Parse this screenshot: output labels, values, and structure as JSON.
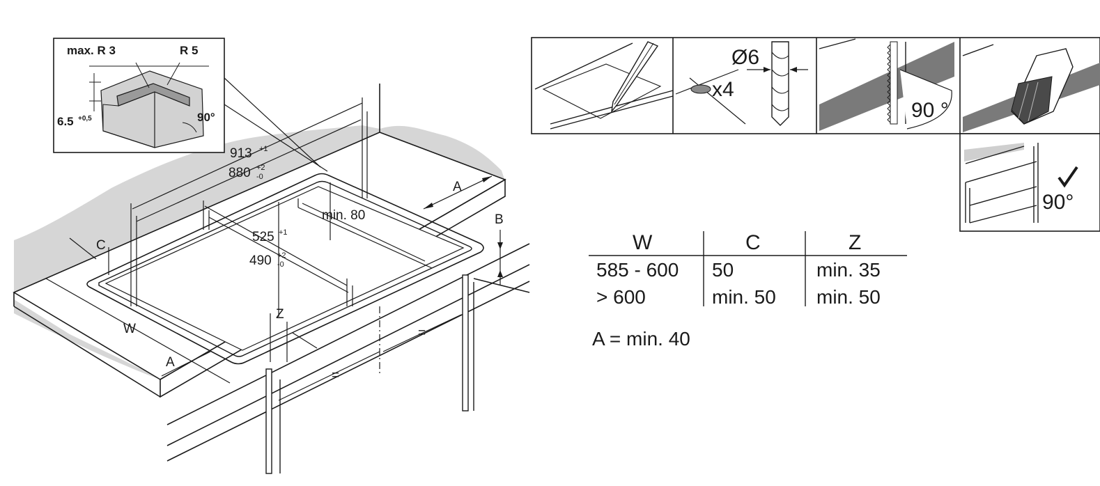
{
  "inset": {
    "max_r": "max. R 3",
    "r": "R 5",
    "depth": "6.5",
    "depth_tol": "+0,5",
    "angle": "90°"
  },
  "dimensions": {
    "outer_width": "913",
    "outer_width_tol": "+1",
    "inner_width": "880",
    "inner_width_tol_top": "+2",
    "inner_width_tol_bottom": "-0",
    "outer_depth": "525",
    "outer_depth_tol": "+1",
    "inner_depth": "490",
    "inner_depth_tol_top": "+2",
    "inner_depth_tol_bottom": "-0",
    "min_gap": "min. 80",
    "label_a": "A",
    "label_b": "B",
    "label_c": "C",
    "label_w": "W",
    "label_z": "Z",
    "equal": "="
  },
  "steps": {
    "drill": "Ø6",
    "drill_count": "x4",
    "saw_angle": "90 °",
    "check_angle": "90°"
  },
  "table": {
    "headers": [
      "W",
      "C",
      "Z"
    ],
    "rows": [
      [
        "585 - 600",
        "50",
        "min. 35"
      ],
      [
        "> 600",
        "min. 50",
        "min. 50"
      ]
    ],
    "note": "A = min. 40"
  }
}
